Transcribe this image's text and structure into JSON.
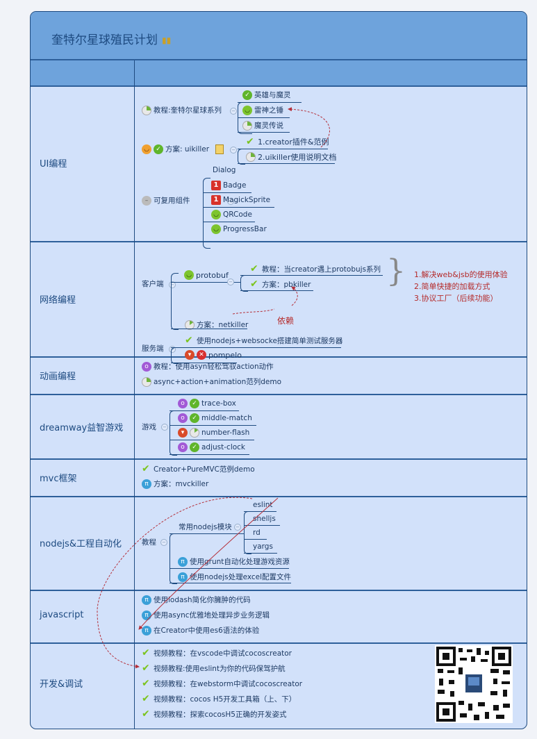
{
  "title": "奎特尔星球殖民计划",
  "rows": [
    {
      "label": "UI编程",
      "tutorial": {
        "label": "教程:奎特尔星球系列",
        "children": [
          "英雄与魔灵",
          "雷神之锤",
          "魔灵传说"
        ]
      },
      "plan": {
        "label": "方案:  uikiller",
        "children": [
          "1.creator插件&范例",
          "2.uikiller使用说明文档"
        ]
      },
      "components": {
        "label": "可复用组件",
        "children": [
          "Dialog",
          "Badge",
          "MagickSprite",
          "QRCode",
          "ProgressBar"
        ]
      }
    },
    {
      "label": "网络编程",
      "client": {
        "label": "客户端",
        "protobuf": "protobuf",
        "protobuf_children": [
          "教程：当creator遇上protobujs系列",
          "方案：pbkiller"
        ],
        "netkiller": "方案：netkiller",
        "depends": "依赖"
      },
      "server": {
        "label": "服务端",
        "children": [
          "使用nodejs+websocke搭建简单测试服务器",
          "pompelo"
        ]
      },
      "notes": [
        "1.解决web&jsb的使用体验",
        "2.简单快捷的加载方式",
        "3.协议工厂（后续功能）"
      ]
    },
    {
      "label": "动画编程",
      "items": [
        "教程：使用asyn轻松驾驭action动作",
        "async+action+animation范列demo"
      ]
    },
    {
      "label": "dreamway益智游戏",
      "games_label": "游戏",
      "items": [
        "trace-box",
        "middle-match",
        "number-flash",
        "adjust-clock"
      ]
    },
    {
      "label": "mvc框架",
      "items": [
        "Creator+PureMVC范例demo",
        "方案：mvckiller"
      ]
    },
    {
      "label": "nodejs&工程自动化",
      "tutorial_label": "教程",
      "modules_label": "常用nodejs模块",
      "modules": [
        "eslint",
        "shelljs",
        "rd",
        "yargs"
      ],
      "items": [
        "使用grunt自动化处理游戏资源",
        "使用nodejs处理excel配置文件"
      ]
    },
    {
      "label": "javascript",
      "items": [
        "使用lodash简化你臃肿的代码",
        "使用async优雅地处理异步业务逻辑",
        "在Creator中使用es6语法的体验"
      ]
    },
    {
      "label": "开发&调试",
      "items": [
        "视频教程：在vscode中调试cocoscreator",
        "视频教程:使用eslint为你的代码保驾护航",
        "视频教程：在webstorm中调试cocoscreator",
        "视频教程：cocos H5开发工具箱（上、下）",
        "视频教程：探索cocosH5正确的开发姿式"
      ]
    }
  ]
}
